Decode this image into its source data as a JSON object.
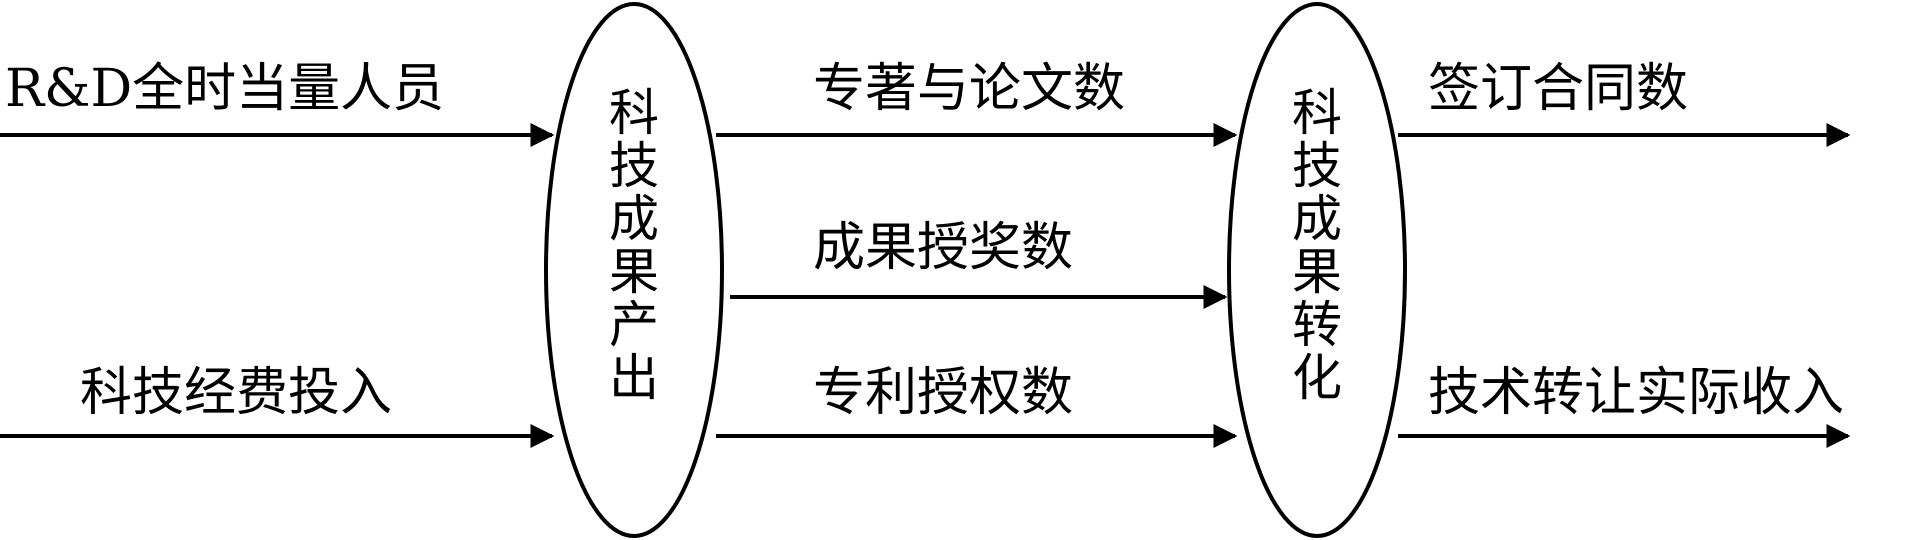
{
  "inputs": {
    "rd_personnel": "R&D全时当量人员",
    "funding": "科技经费投入"
  },
  "stage1": {
    "title": "科技成果产出"
  },
  "outputs": {
    "papers": "专著与论文数",
    "awards": "成果授奖数",
    "patents": "专利授权数"
  },
  "stage2": {
    "title": "科技成果转化"
  },
  "results": {
    "contracts": "签订合同数",
    "transfer_income": "技术转让实际收入"
  }
}
